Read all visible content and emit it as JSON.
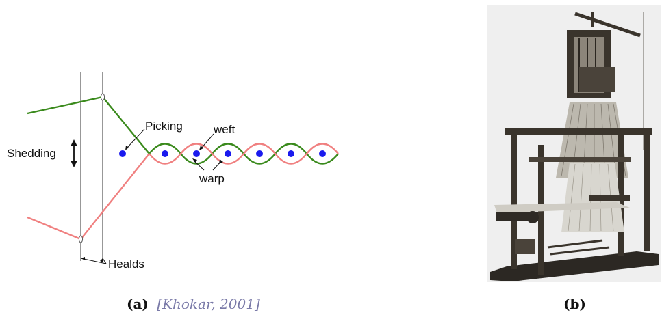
{
  "diagram": {
    "labels": {
      "shedding": "Shedding",
      "picking": "Picking",
      "weft": "weft",
      "warp": "warp",
      "healds": "Healds"
    },
    "colors": {
      "upper_warp": "#3a8a1c",
      "lower_warp": "#f08080",
      "weft_dot": "#1a1aee",
      "heald_line": "#555555"
    }
  },
  "captions": {
    "a_label": "(a)",
    "a_open": "[",
    "a_cite": "Khokar, 2001",
    "a_close": "]",
    "b_label": "(b)"
  },
  "photo": {
    "subject": "jacquard-loom",
    "colors": {
      "background": "#efefef",
      "wood": "#3a342c",
      "thread": "#d8d6cf"
    }
  }
}
